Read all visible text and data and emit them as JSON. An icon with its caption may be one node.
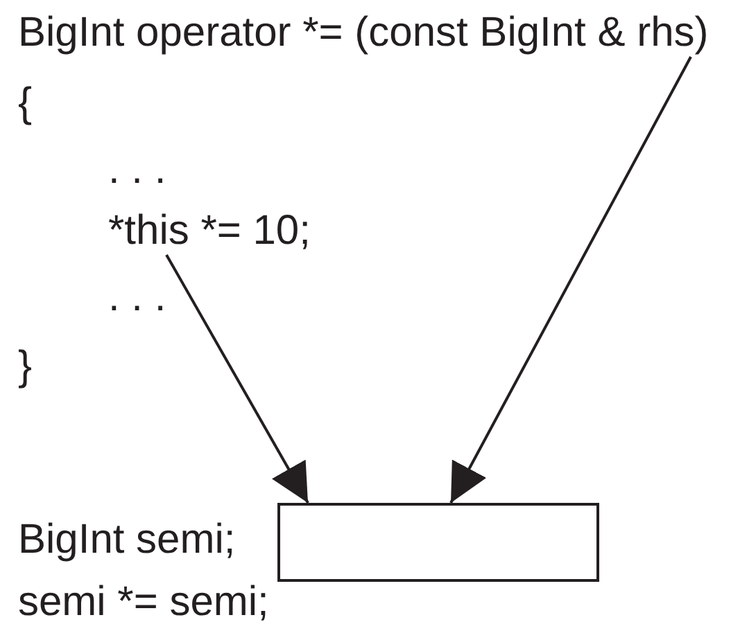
{
  "diagram": {
    "nodes": [
      {
        "text": [
          "BigInt operator *= (const BigInt & rhs)"
        ]
      },
      {
        "text": [
          "*this *= 10;"
        ]
      },
      {
        "text": [],
        "shape": "box"
      }
    ],
    "edges": [
      {
        "from": 1,
        "to": 2,
        "arrow": "to"
      },
      {
        "from": 0,
        "to": 2,
        "arrow": "to"
      }
    ],
    "labels": [
      "{",
      ". . .",
      ". . .",
      "}",
      "BigInt semi;",
      "semi *= semi;"
    ]
  }
}
